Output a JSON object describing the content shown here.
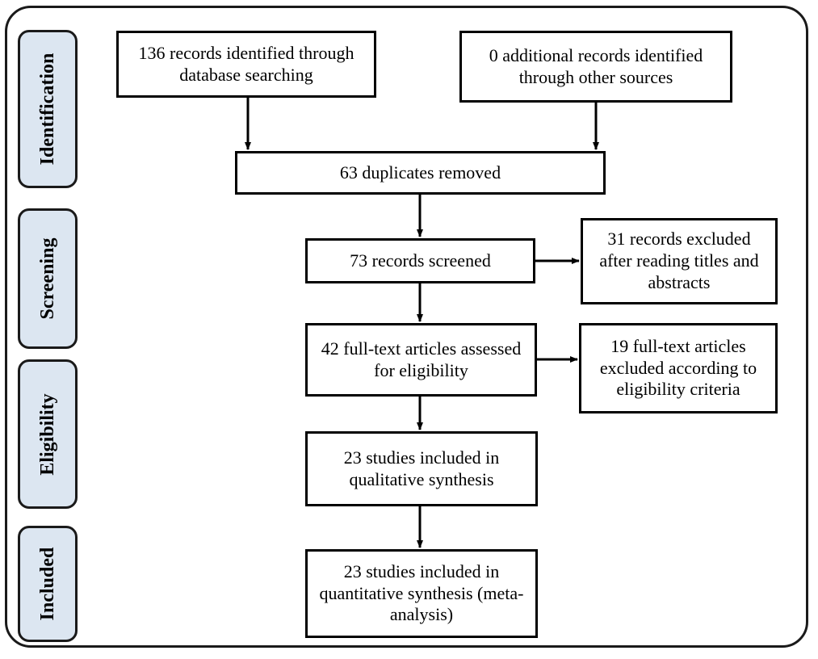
{
  "stages": {
    "identification": "Identification",
    "screening": "Screening",
    "eligibility": "Eligibility",
    "included": "Included"
  },
  "boxes": {
    "database_records": "136 records identified through database searching",
    "other_sources": "0 additional records identified through other sources",
    "duplicates": "63 duplicates removed",
    "screened": "73 records screened",
    "screen_excluded": "31 records excluded after reading titles and abstracts",
    "fulltext_assessed": "42 full-text articles assessed for eligibility",
    "fulltext_excluded": "19 full-text articles excluded according to eligibility criteria",
    "qualitative": "23 studies included in qualitative synthesis",
    "quantitative": "23 studies included in quantitative synthesis (meta-analysis)"
  }
}
